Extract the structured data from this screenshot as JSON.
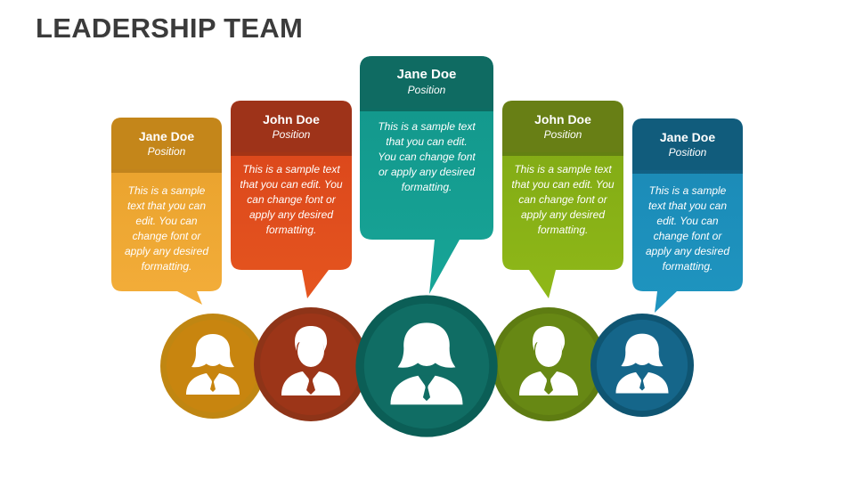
{
  "title": "LEADERSHIP TEAM",
  "members": [
    {
      "name": "Jane Doe",
      "position": "Position",
      "text": "This is a sample text that you can edit. You can change font or apply any desired formatting.",
      "gender": "female",
      "color_top": "#c7891b",
      "color_bottom": "#f0a83a",
      "ring": "#c08612",
      "inner": "#c8850f"
    },
    {
      "name": "John Doe",
      "position": "Position",
      "text": "This is a sample text that you can edit. You can change font or apply any desired formatting.",
      "gender": "male",
      "color_top": "#a0331b",
      "color_bottom": "#e2531f",
      "ring": "#8e3418",
      "inner": "#9c3518"
    },
    {
      "name": "Jane Doe",
      "position": "Position",
      "text": "This is a sample text that you can edit. You can change font or apply any desired formatting.",
      "gender": "female",
      "color_top": "#0f6d64",
      "color_bottom": "#17a597",
      "ring": "#0b5e56",
      "inner": "#106d64"
    },
    {
      "name": "John Doe",
      "position": "Position",
      "text": "This is a sample text that you can edit. You can change font or apply any desired formatting.",
      "gender": "male",
      "color_top": "#6a8816",
      "color_bottom": "#8fb818",
      "ring": "#5e7c12",
      "inner": "#678814"
    },
    {
      "name": "Jane Doe",
      "position": "Position",
      "text": "This is a sample text that you can edit. You can change font or apply any desired formatting.",
      "gender": "female",
      "color_top": "#115c7c",
      "color_bottom": "#1f95c0",
      "ring": "#0f5572",
      "inner": "#15668a"
    }
  ]
}
